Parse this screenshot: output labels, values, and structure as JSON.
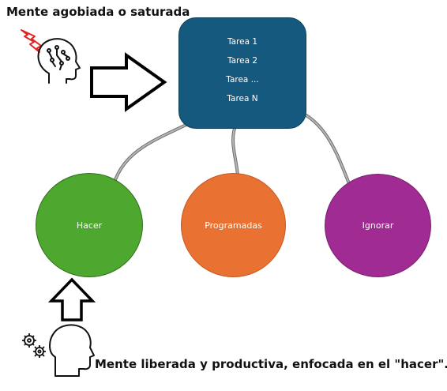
{
  "headings": {
    "top": "Mente agobiada o saturada",
    "bottom": "Mente liberada y productiva, enfocada en el \"hacer\"."
  },
  "tasks": [
    "Tarea 1",
    "Tarea 2",
    "Tarea ...",
    "Tarea N"
  ],
  "circles": {
    "hacer": "Hacer",
    "programadas": "Programadas",
    "ignorar": "Ignorar"
  },
  "colors": {
    "task_box": "#155a7e",
    "hacer": "#4ea72e",
    "programadas": "#e97132",
    "ignorar": "#a02b93",
    "connector": "#8a8a8a",
    "lightning": "#e02424"
  },
  "icons": [
    "brain-head-icon",
    "lightning-icon",
    "head-icon",
    "gears-icon",
    "arrow-right-icon",
    "arrow-up-icon"
  ]
}
